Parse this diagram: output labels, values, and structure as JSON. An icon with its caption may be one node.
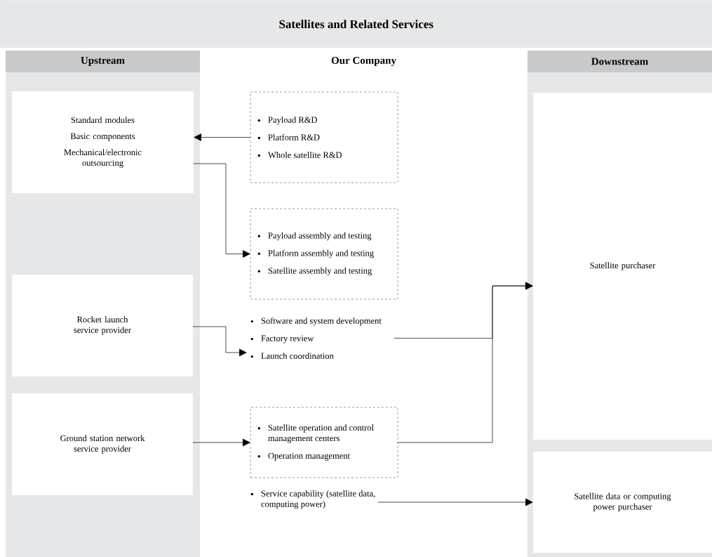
{
  "diagram": {
    "title": "Satellites and Related Services",
    "nodes": [
      {
        "text": [
          "Upstream"
        ]
      },
      {
        "text": [
          "Our Company"
        ]
      },
      {
        "text": [
          "Downstream"
        ]
      },
      {
        "text": [
          "Standard modules",
          "Basic components",
          "Mechanical/electronic outsourcing"
        ]
      },
      {
        "text": [
          "Rocket launch service provider"
        ]
      },
      {
        "text": [
          "Ground station network service provider"
        ]
      },
      {
        "text": [
          "Payload R&D",
          "Platform R&D",
          "Whole satellite R&D"
        ]
      },
      {
        "text": [
          "Payload assembly and testing",
          "Platform assembly and testing",
          "Satellite assembly and testing"
        ]
      },
      {
        "text": [
          "Software and system development",
          "Factory review",
          "Launch coordination"
        ]
      },
      {
        "text": [
          "Satellite operation and control management centers",
          "Operation management"
        ]
      },
      {
        "text": [
          "Service capability (satellite data, computing power)"
        ]
      },
      {
        "text": [
          "Satellite purchaser"
        ]
      },
      {
        "text": [
          "Satellite data or computing power purchaser"
        ]
      }
    ],
    "edges": [
      {
        "from": 6,
        "to": 3,
        "arrow": "to"
      },
      {
        "from": 3,
        "to": 7,
        "arrow": "to"
      },
      {
        "from": 4,
        "to": 8,
        "arrow": "to"
      },
      {
        "from": 5,
        "to": 9,
        "arrow": "to"
      },
      {
        "from": 8,
        "to": 11,
        "arrow": "to"
      },
      {
        "from": 9,
        "to": 11,
        "arrow": "to"
      },
      {
        "from": 10,
        "to": 12,
        "arrow": "to"
      }
    ]
  }
}
